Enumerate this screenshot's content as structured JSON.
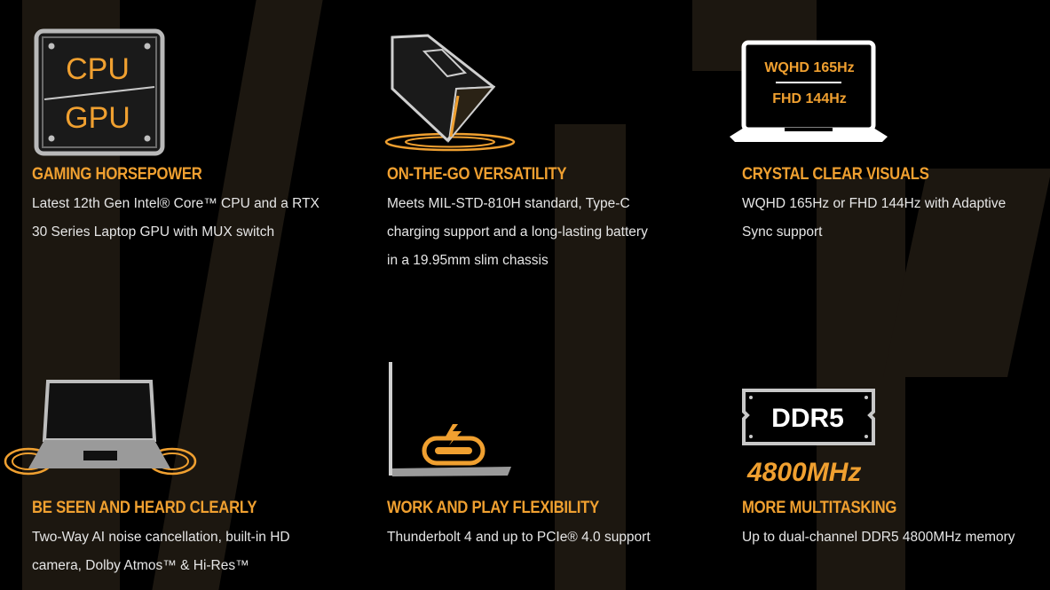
{
  "features": [
    {
      "title": "GAMING HORSEPOWER",
      "lines": [
        "Latest 12th Gen Intel® Core™ CPU and a RTX",
        "30 Series Laptop GPU with MUX switch"
      ],
      "icon": "cpu-gpu-chip-icon",
      "icon_text": [
        "CPU",
        "GPU"
      ]
    },
    {
      "title": "ON-THE-GO VERSATILITY",
      "lines": [
        "Meets MIL-STD-810H standard, Type-C",
        "charging support and a long-lasting battery",
        "in a 19.95mm slim chassis"
      ],
      "icon": "rugged-laptop-drop-icon"
    },
    {
      "title": "CRYSTAL CLEAR VISUALS",
      "lines": [
        "WQHD 165Hz or FHD 144Hz with Adaptive",
        "Sync support"
      ],
      "icon": "laptop-display-icon",
      "icon_text": [
        "WQHD 165Hz",
        "FHD 144Hz"
      ]
    },
    {
      "title": "BE SEEN AND HEARD CLEARLY",
      "lines": [
        "Two-Way AI noise cancellation, built-in HD",
        "camera, Dolby Atmos™ & Hi-Res™"
      ],
      "icon": "laptop-audio-waves-icon"
    },
    {
      "title": "WORK AND PLAY FLEXIBILITY",
      "lines": [
        "Thunderbolt 4 and up to PCIe® 4.0 support"
      ],
      "icon": "usb-c-charging-port-icon"
    },
    {
      "title": "MORE MULTITASKING",
      "lines": [
        "Up to dual-channel DDR5 4800MHz memory"
      ],
      "icon": "ddr5-memory-icon",
      "icon_text": [
        "DDR5",
        "4800MHz"
      ]
    }
  ],
  "colors": {
    "accent": "#f0a030",
    "text": "#e6e6e6",
    "background": "#000000"
  }
}
